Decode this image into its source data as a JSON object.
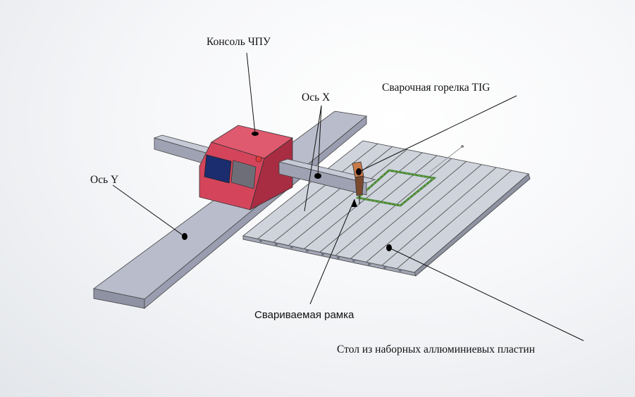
{
  "labels": {
    "console": "Консоль ЧПУ",
    "axis_x": "Ось X",
    "torch": "Сварочная горелка TIG",
    "axis_y": "Ось Y",
    "frame": "Свариваемая рамка",
    "table": "Стол из наборных аллюминиевых пластин"
  },
  "colors": {
    "rail_top": "#b9bccb",
    "rail_side": "#8f92a3",
    "console_body": "#d4455c",
    "console_side": "#a82d42",
    "screen": "#1b2d6e",
    "plate": "#cfd3dc",
    "frame": "#3b8a3b"
  }
}
